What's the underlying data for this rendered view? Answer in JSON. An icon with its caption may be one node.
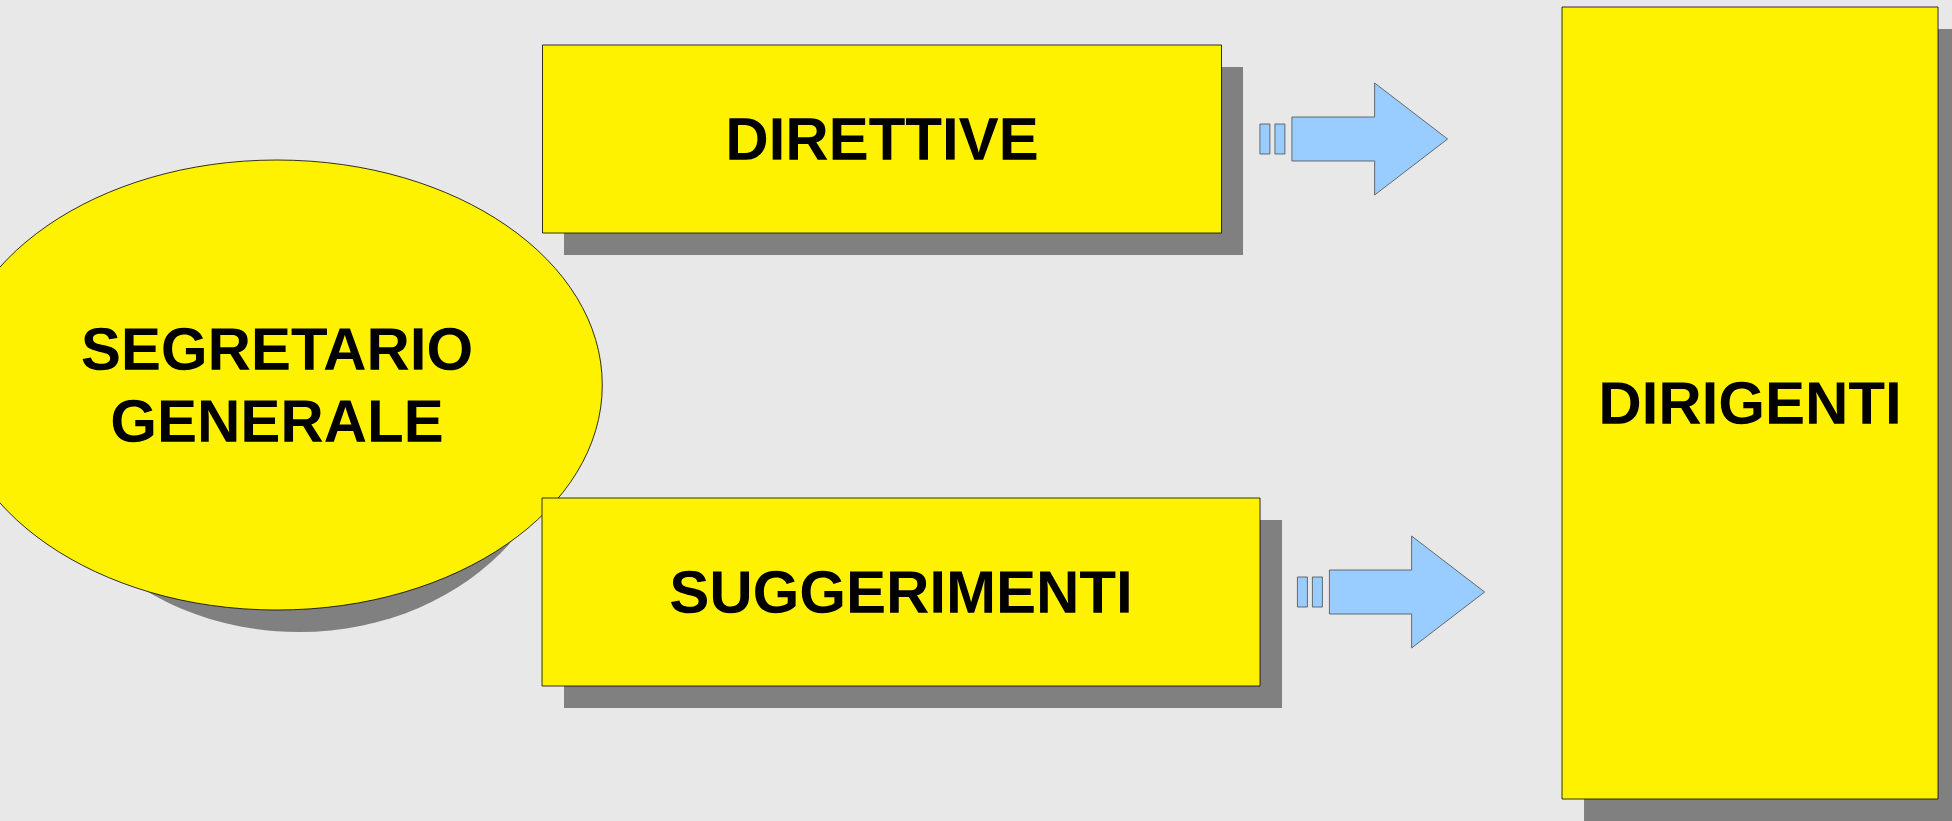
{
  "diagram": {
    "nodes": [
      {
        "text": [
          "SEGRETARIO GENERALE"
        ]
      },
      {
        "text": [
          "DIRETTIVE"
        ]
      },
      {
        "text": [
          "SUGGERIMENTI"
        ]
      },
      {
        "text": [
          "DIRIGENTI"
        ]
      }
    ],
    "edges": [
      {
        "from": 1,
        "to": 3,
        "arrow": "to",
        "color": "#99ccff"
      },
      {
        "from": 2,
        "to": 3,
        "arrow": "to",
        "color": "#99ccff"
      }
    ]
  }
}
